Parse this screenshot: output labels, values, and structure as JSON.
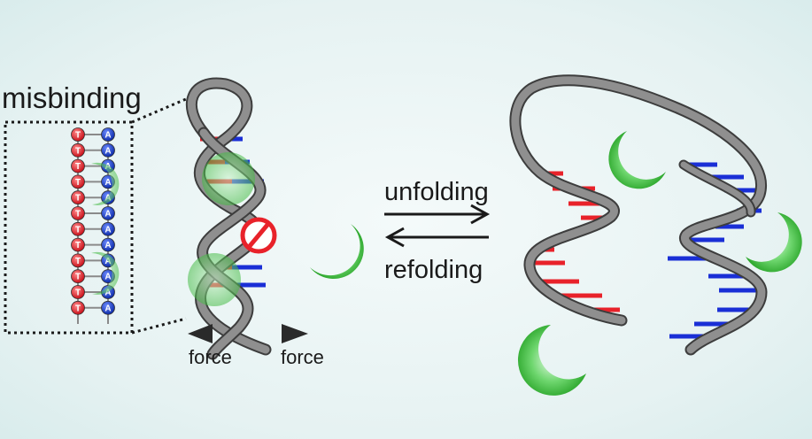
{
  "labels": {
    "misbinding": "misbinding",
    "unfolding": "unfolding",
    "refolding": "refolding",
    "force_left": "force",
    "force_right": "force"
  },
  "inset_strand": {
    "left_base": "T",
    "right_base": "A",
    "pair_count": 12
  },
  "icons": {
    "protein": "green-crescent-protein",
    "blocked": "prohibition-sign",
    "arrows": "equilibrium-arrows"
  },
  "colors": {
    "protein_green": "#3ec43e",
    "red_base": "#e8222a",
    "blue_base": "#1a2fd6",
    "strand_gray": "#8c8c8c",
    "strand_edge": "#3d3d3d",
    "prohibit_red": "#e8222a"
  }
}
